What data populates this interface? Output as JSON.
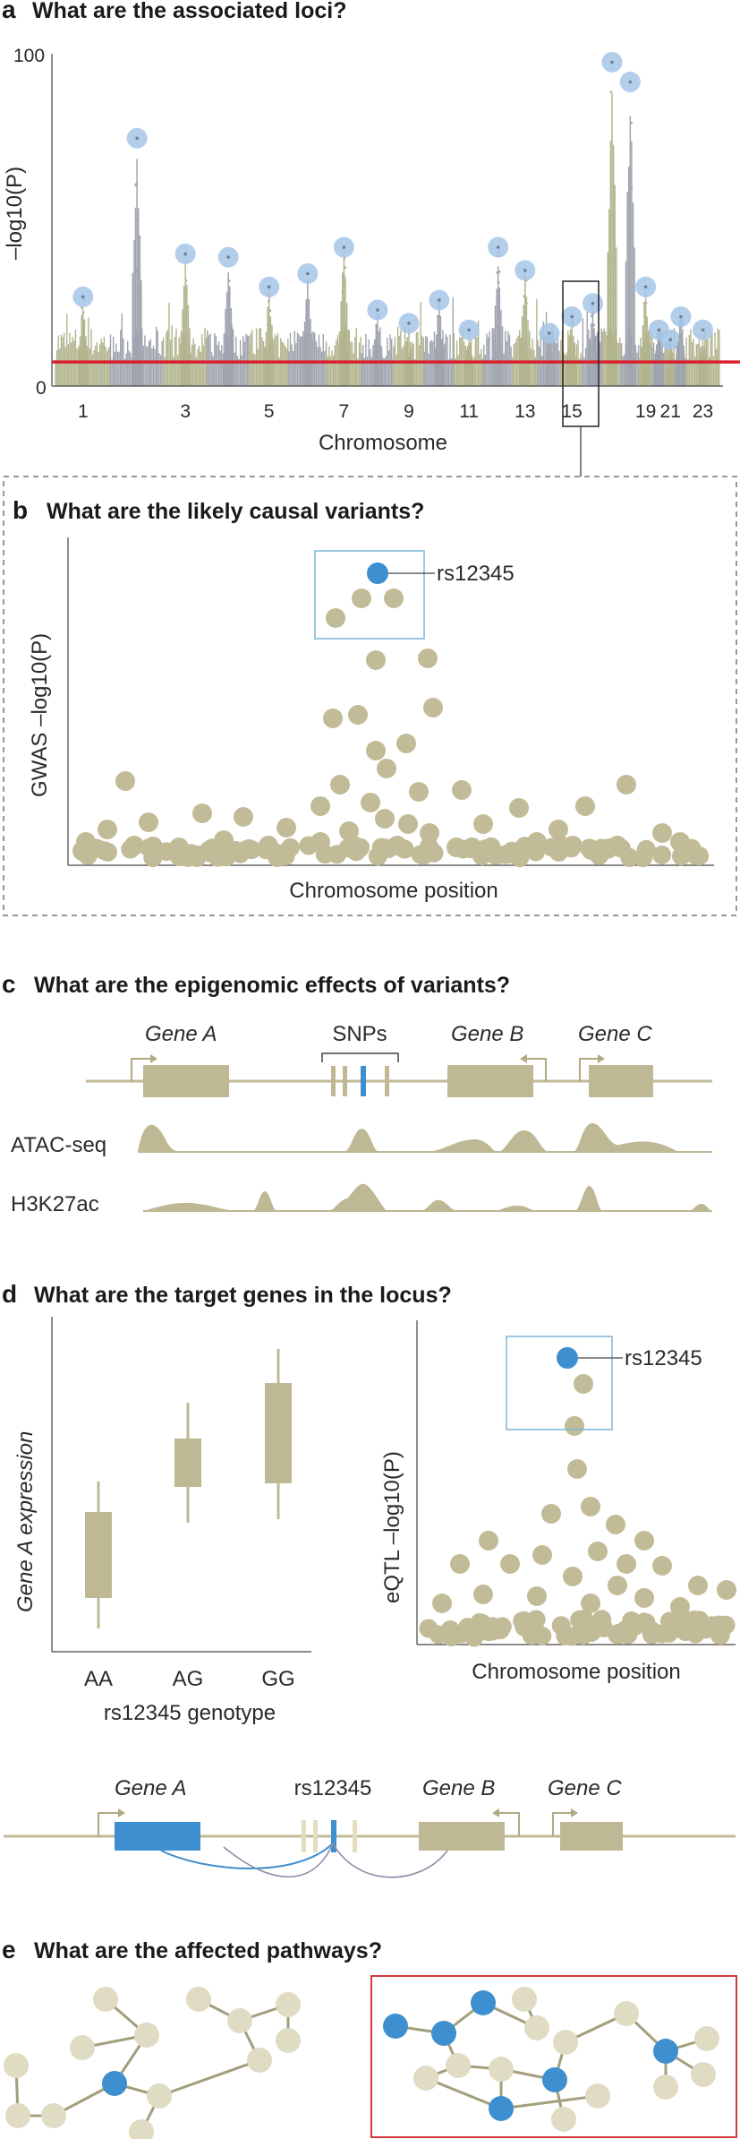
{
  "panels": {
    "a": {
      "letter": "a",
      "title": "What are the associated loci?"
    },
    "b": {
      "letter": "b",
      "title": "What are the likely causal variants?"
    },
    "c": {
      "letter": "c",
      "title": "What are the epigenomic effects of variants?"
    },
    "d": {
      "letter": "d",
      "title": "What are the target genes in the locus?"
    },
    "e": {
      "letter": "e",
      "title": "What are the affected pathways?"
    }
  },
  "manhattan": {
    "y_label": "–log10(P)",
    "y_ticks": [
      "100",
      "0"
    ],
    "x_label": "Chromosome",
    "chrom_ticks": [
      "1",
      "3",
      "5",
      "7",
      "9",
      "11",
      "13",
      "15",
      "19",
      "21",
      "23"
    ],
    "peak_values": [
      27,
      75,
      40,
      39,
      30,
      34,
      42,
      23,
      19,
      26,
      17,
      42,
      35,
      16,
      21,
      25,
      98,
      92,
      30,
      17,
      14,
      21,
      17
    ],
    "threshold": 7.3,
    "ylim": [
      0,
      100
    ],
    "colors": {
      "odd": "#b2b48e",
      "even": "#9fa4ae",
      "threshold": "#d9202d",
      "peak": "#a6c5e8"
    }
  },
  "causal": {
    "y_label": "GWAS –log10(P)",
    "x_label": "Chromosome position",
    "snp_label": "rs12345",
    "colors": {
      "dot": "#c2bb97",
      "lead": "#3e8fcf",
      "box": "#7ab6d8"
    }
  },
  "epigenome": {
    "genes": [
      "Gene A",
      "Gene B",
      "Gene C"
    ],
    "snps_label": "SNPs",
    "tracks": [
      "ATAC-seq",
      "H3K27ac"
    ],
    "colors": {
      "gene": "#bfb894",
      "line": "#c2bb97",
      "snp": "#3e8fcf"
    }
  },
  "expression": {
    "y_label": "Gene A expression",
    "x_label": "rs12345 genotype",
    "genotypes": [
      "AA",
      "AG",
      "GG"
    ]
  },
  "eqtl": {
    "y_label": "eQTL –log10(P)",
    "x_label": "Chromosome position",
    "snp_label": "rs12345"
  },
  "locus": {
    "genes": [
      "Gene A",
      "Gene B",
      "Gene C"
    ],
    "snp_label": "rs12345",
    "colors": {
      "target": "#3e8fcf",
      "arc2": "#8a8fa8"
    }
  },
  "pathways": {
    "colors": {
      "node": "#e0dbc3",
      "hit": "#3e8fcf",
      "edge": "#a39e7c",
      "frame": "#d03a3a"
    }
  }
}
